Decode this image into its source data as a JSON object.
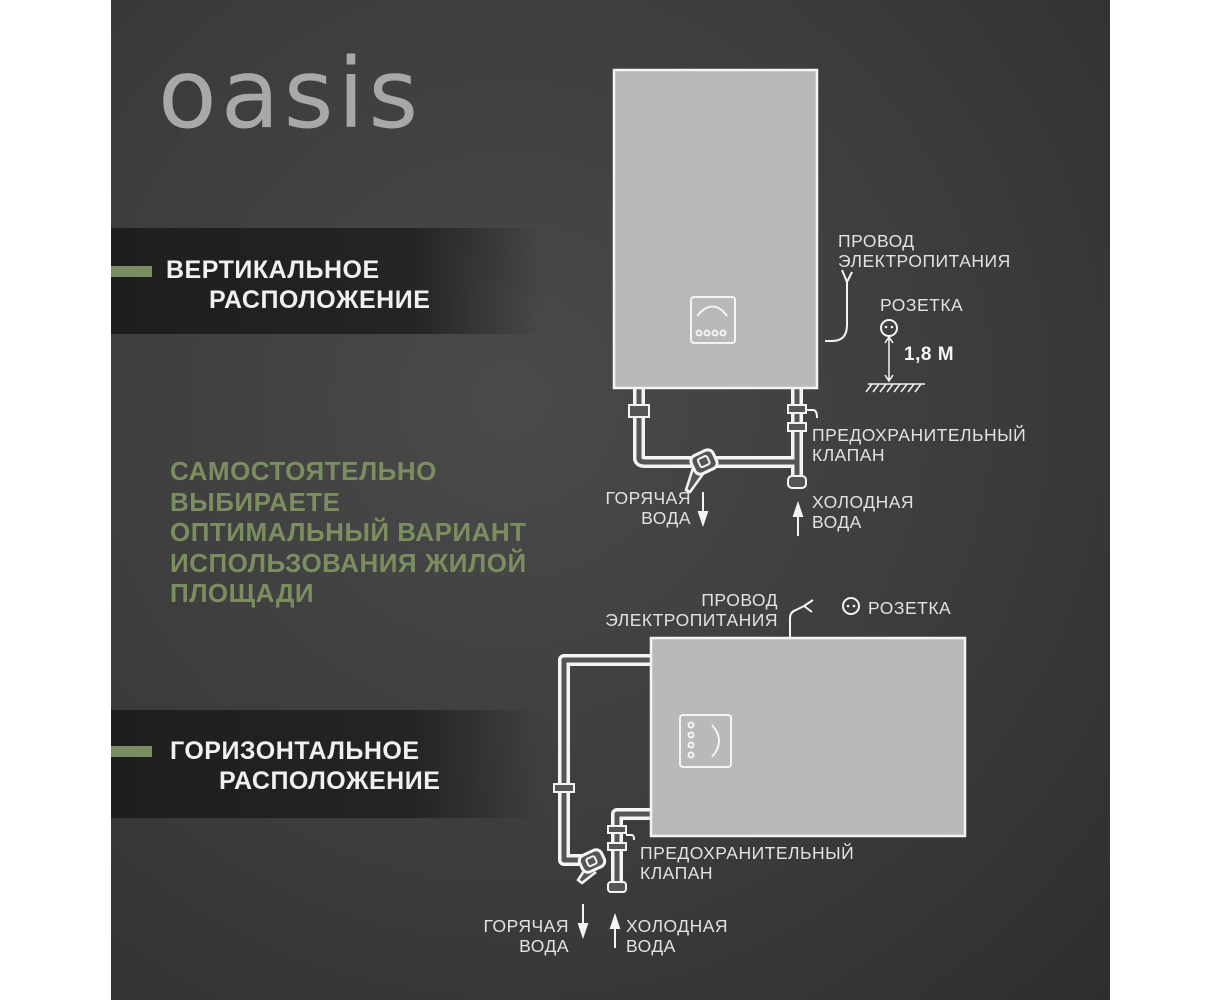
{
  "brand": {
    "logo": "oasis"
  },
  "vertical": {
    "title_line1": "ВЕРТИКАЛЬНОЕ",
    "title_line2": "РАСПОЛОЖЕНИЕ",
    "power_cord_line1": "ПРОВОД",
    "power_cord_line2": "ЭЛЕКТРОПИТАНИЯ",
    "socket": "РОЗЕТКА",
    "height": "1,8 М",
    "valve_line1": "ПРЕДОХРАНИТЕЛЬНЫЙ",
    "valve_line2": "КЛАПАН",
    "hot_line1": "ГОРЯЧАЯ",
    "hot_line2": "ВОДА",
    "cold_line1": "ХОЛОДНАЯ",
    "cold_line2": "ВОДА"
  },
  "slogan": {
    "lines": [
      "САМОСТОЯТЕЛЬНО",
      "ВЫБИРАЕТЕ",
      "ОПТИМАЛЬНЫЙ ВАРИАНТ",
      "ИСПОЛЬЗОВАНИЯ ЖИЛОЙ",
      "ПЛОЩАДИ"
    ]
  },
  "horizontal": {
    "title_line1": "ГОРИЗОНТАЛЬНОЕ",
    "title_line2": "РАСПОЛОЖЕНИЕ",
    "power_cord_line1": "ПРОВОД",
    "power_cord_line2": "ЭЛЕКТРОПИТАНИЯ",
    "socket": "РОЗЕТКА",
    "valve_line1": "ПРЕДОХРАНИТЕЛЬНЫЙ",
    "valve_line2": "КЛАПАН",
    "hot_line1": "ГОРЯЧАЯ",
    "hot_line2": "ВОДА",
    "cold_line1": "ХОЛОДНАЯ",
    "cold_line2": "ВОДА"
  },
  "colors": {
    "accent_green": "#7a8e5f",
    "heater_body": "#b9b9b9",
    "background": "#3c3c3c"
  }
}
